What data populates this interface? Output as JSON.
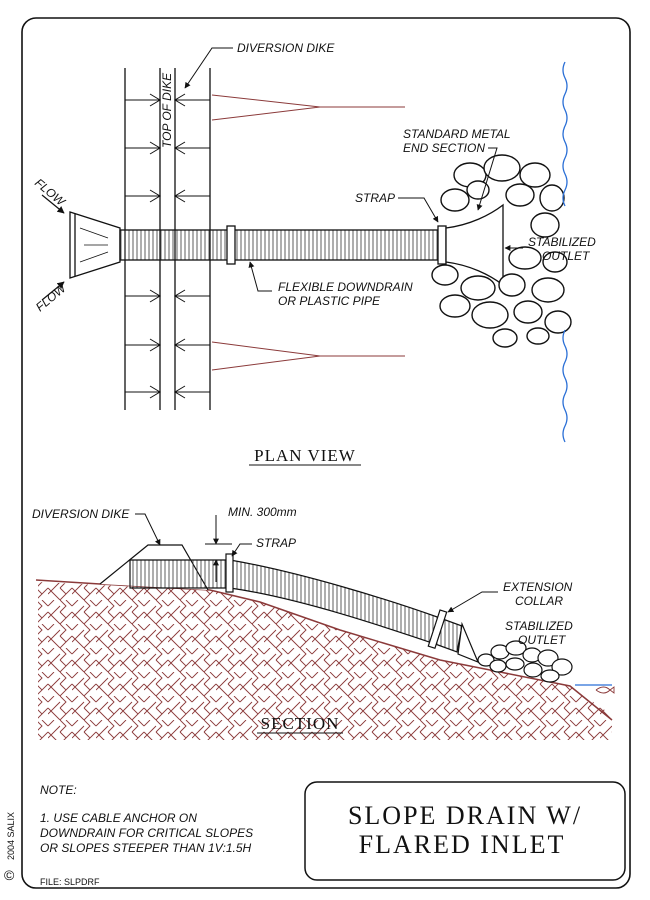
{
  "plan_view": {
    "heading": "PLAN VIEW",
    "labels": {
      "diversion_dike": "DIVERSION DIKE",
      "top_of_dike": "TOP OF DIKE",
      "flow_1": "FLOW",
      "flow_2": "FLOW",
      "standard_metal_line1": "STANDARD METAL",
      "standard_metal_line2": "END SECTION",
      "strap": "STRAP",
      "stabilized_line1": "STABILIZED",
      "stabilized_line2": "OUTLET",
      "pipe_line1": "FLEXIBLE DOWNDRAIN",
      "pipe_line2": "OR PLASTIC PIPE"
    }
  },
  "section": {
    "heading": "SECTION",
    "labels": {
      "diversion_dike": "DIVERSION DIKE",
      "min_height": "MIN. 300mm",
      "strap": "STRAP",
      "extension_line1": "EXTENSION",
      "extension_line2": "COLLAR",
      "stabilized_line1": "STABILIZED",
      "stabilized_line2": "OUTLET"
    }
  },
  "notes": {
    "heading": "NOTE:",
    "lines": [
      "1. USE CABLE ANCHOR ON",
      "DOWNDRAIN FOR CRITICAL SLOPES",
      "OR SLOPES STEEPER THAN 1V:1.5H"
    ]
  },
  "title_block": {
    "line1": "SLOPE DRAIN W/",
    "line2": "FLARED INLET"
  },
  "footer": {
    "copyright_symbol": "©",
    "copyright_text": "2004 SALIX",
    "file": "FILE: SLPDRF"
  },
  "colors": {
    "ink": "#111111",
    "hatch": "#8b3a3a",
    "water": "#2a6fd6"
  }
}
